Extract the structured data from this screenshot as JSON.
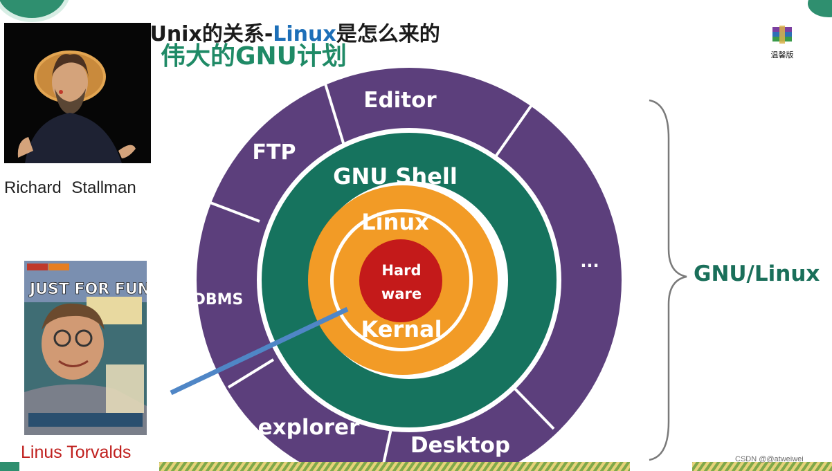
{
  "title": {
    "line1_prefix": "Linux和Unix的关系-",
    "line1_highlight": "Linux",
    "line1_suffix": "是怎么来的",
    "line2": "伟大的GNU计划"
  },
  "people": {
    "stallman_caption": "Richard   Stallman",
    "linus_caption": "Linus Torvalds",
    "book_title": "JUST FOR FUN"
  },
  "desktop_icon": {
    "label": "温馨版"
  },
  "diagram": {
    "outer_ring_segments": [
      "Editor",
      "...",
      "Desktop",
      "explorer",
      "DBMS",
      "FTP"
    ],
    "middle_ring_label": "GNU Shell",
    "inner_ring_top": "Linux",
    "inner_ring_bottom": "Kernal",
    "core_line1": "Hard",
    "core_line2": "ware",
    "colors": {
      "outer": "#5c3f7c",
      "middle": "#16735e",
      "inner": "#f29b26",
      "core": "#c41a1a",
      "pointer": "#4f86c6"
    }
  },
  "brace_label": "GNU/Linux",
  "watermark": "CSDN @@atweiwei"
}
